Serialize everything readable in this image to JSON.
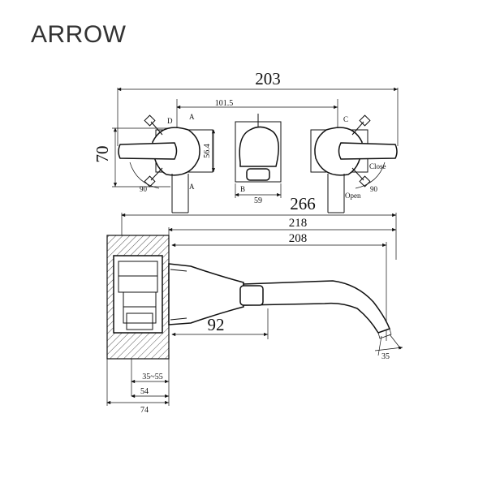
{
  "brand": "ARROW",
  "top_view": {
    "overall_width": "203",
    "handle_spacing": "101.5",
    "height": "70",
    "depth": "56.4",
    "spout_plate_width": "59",
    "rotation_left": "90",
    "rotation_right": "90",
    "close_label": "Close",
    "open_label": "Open",
    "marker_a": "A",
    "marker_b": "B",
    "marker_c": "C",
    "marker_d": "D"
  },
  "side_view": {
    "spout_total": "266",
    "spout_length": "218",
    "spout_reach": "208",
    "body_length": "92",
    "angle": "35",
    "wall_range": "35~55",
    "wall_min": "54",
    "wall_max": "74"
  }
}
